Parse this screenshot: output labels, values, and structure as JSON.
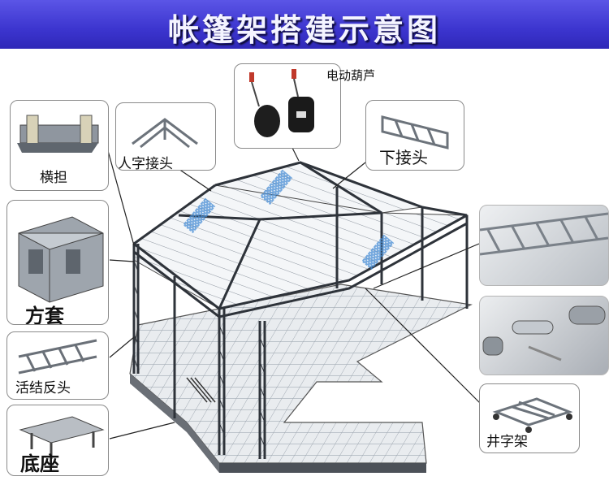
{
  "title": "帐篷架搭建示意图",
  "labels": {
    "hengdan": "横担",
    "fangtao": "方套",
    "huojie": "活结反头",
    "dizuo": "底座",
    "renzi": "人字接头",
    "dianhulu": "电动葫芦",
    "xiajietou": "下接头",
    "jingzijia": "井字架"
  },
  "colors": {
    "title_bg": "#3c35cf",
    "truss": "#3a3f47",
    "stage": "#d9dde2",
    "watermark": "#4a8fd6"
  }
}
